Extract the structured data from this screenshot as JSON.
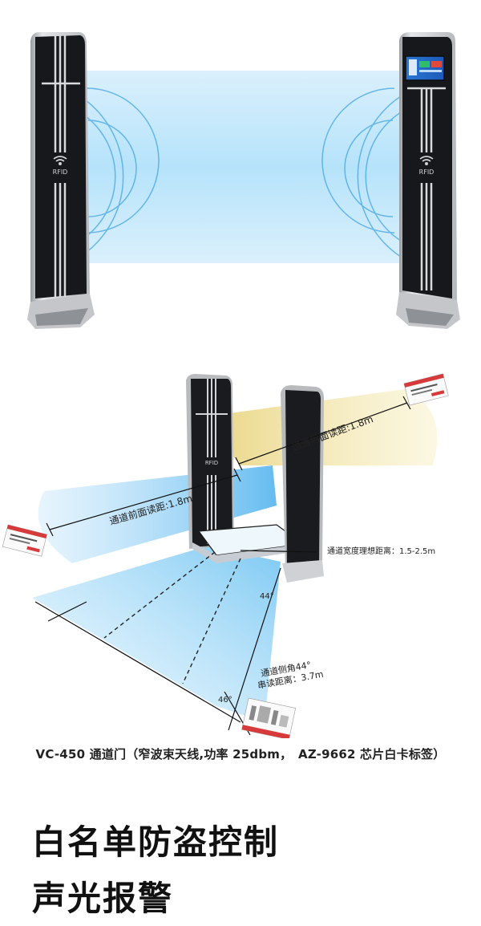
{
  "top_gate": {
    "left_antenna_label": "RFID",
    "right_antenna_label": "RFID"
  },
  "diagram": {
    "rear_distance": "通道后面读距:1.8m",
    "front_distance": "通道前面读距:1.8m",
    "width_ideal": "通道宽度理想距离：1.5-2.5m",
    "angle_44": "44°",
    "angle_46": "46°",
    "side_read_line1": "通道侧角44°",
    "side_read_line2": "串读距离：3.7m",
    "antenna_label": "RFID"
  },
  "caption": "VC-450 通道门（窄波束天线,功率 25dbm，　AZ-9662 芯片白卡标签）",
  "headline": {
    "line1": "白名单防盗控制",
    "line2": "声光报警"
  }
}
